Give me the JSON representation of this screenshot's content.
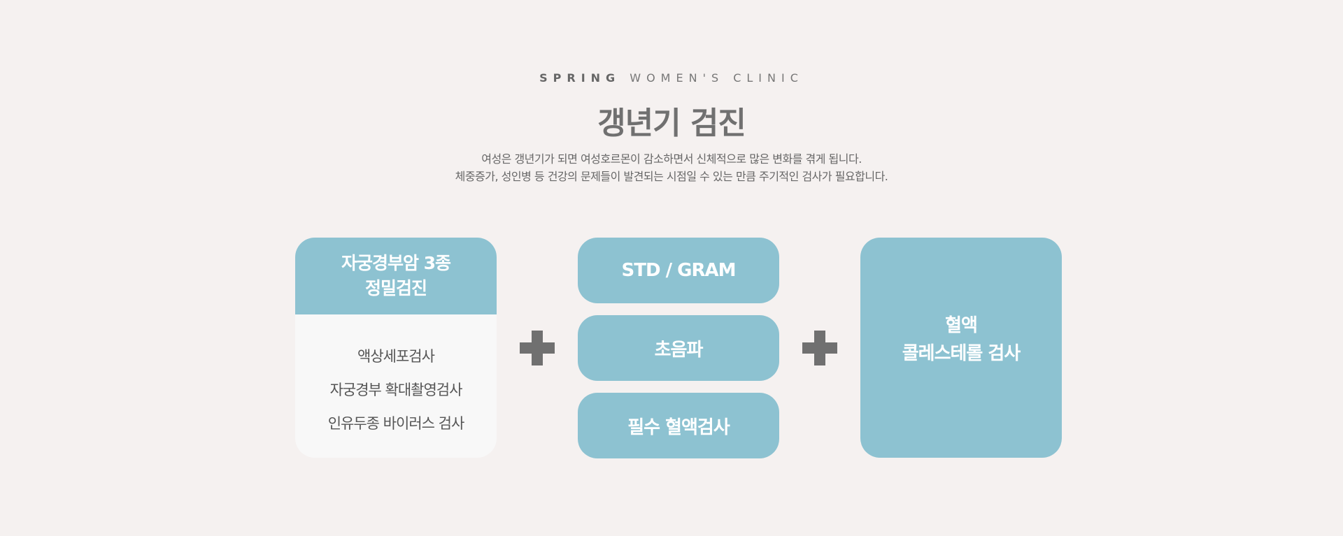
{
  "header": {
    "eyebrow_bold": "SPRING",
    "eyebrow_light": "WOMEN'S CLINIC",
    "title": "갱년기 검진",
    "description": [
      "여성은 갱년기가 되면 여성호르몬이 감소하면서 신체적으로 많은 변화를 겪게 됩니다.",
      "체중증가, 성인병 등 건강의 문제들이 발견되는 시점일 수 있는 만큼 주기적인 검사가 필요합니다."
    ]
  },
  "cervical_card": {
    "title_lines": [
      "자궁경부암 3종",
      "정밀검진"
    ],
    "items": [
      "액상세포검사",
      "자궁경부 확대촬영검사",
      "인유두종 바이러스 검사"
    ]
  },
  "middle_pills": [
    "STD / GRAM",
    "초음파",
    "필수 혈액검사"
  ],
  "cholesterol_card": {
    "title_lines": [
      "혈액",
      "콜레스테롤 검사"
    ]
  },
  "icons": {
    "plus": "plus-icon"
  },
  "colors": {
    "accent": "#8dc2d1",
    "background": "#f5f1f0",
    "text": "#666666",
    "plus": "#707070"
  }
}
